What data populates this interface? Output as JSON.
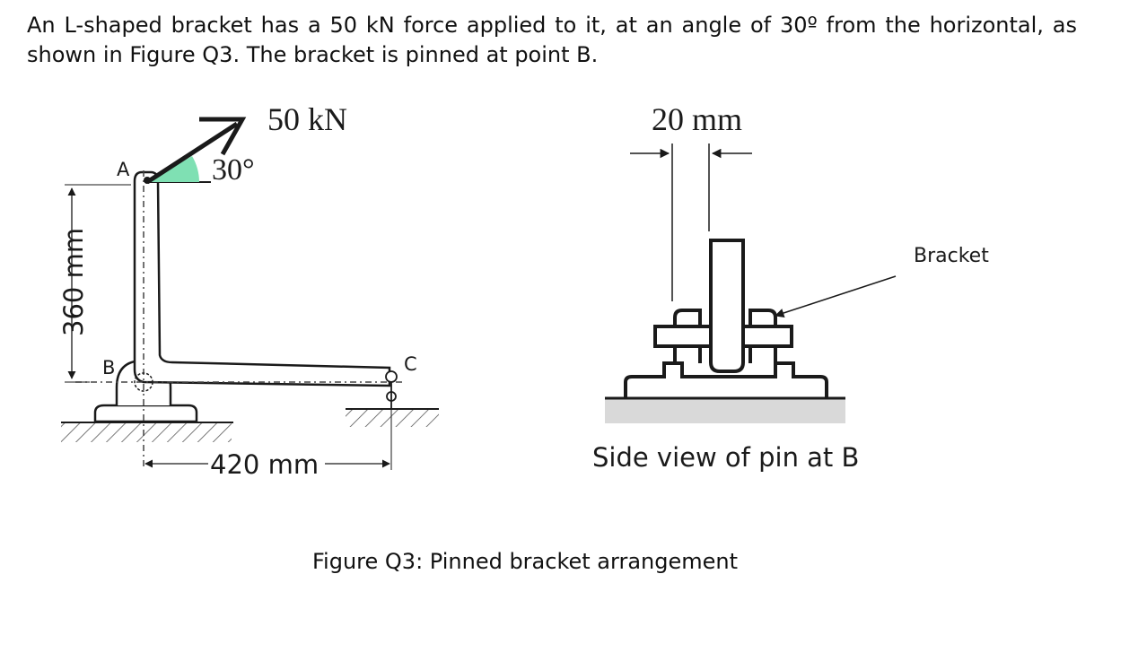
{
  "problem": {
    "text": "An L-shaped bracket has a 50 kN force applied to it, at an angle of 30º from the horizontal, as shown in Figure Q3.  The bracket is pinned at point B."
  },
  "figure": {
    "force_label": "50 kN",
    "angle_label": "30°",
    "point_a": "A",
    "point_b": "B",
    "point_c": "C",
    "height_label": "360 mm",
    "length_label": "420 mm",
    "pin_width_label": "20 mm",
    "bracket_label": "Bracket",
    "side_view_label": "Side view of pin at B",
    "caption": "Figure Q3: Pinned bracket arrangement",
    "colors": {
      "angle_fill": "#7fe0b3",
      "line": "#1a1a1a",
      "ground": "#555555",
      "base_fill": "#d9d9d9"
    }
  }
}
